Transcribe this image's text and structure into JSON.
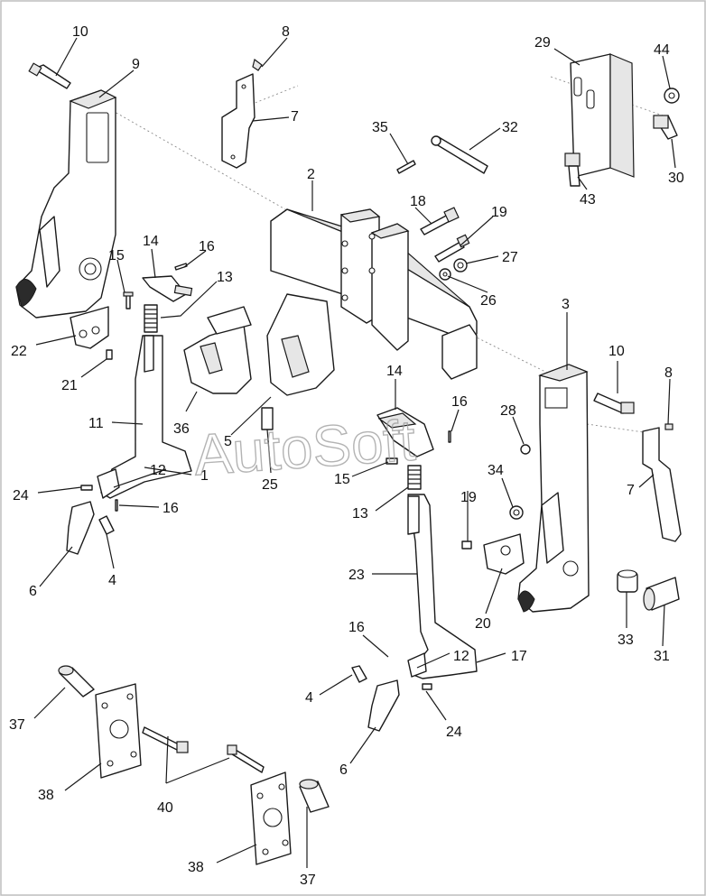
{
  "watermark": "AutoSoft",
  "colors": {
    "line": "#1a1a1a",
    "shade": "#e6e6e6",
    "frame": "#bdbdbd",
    "background": "#ffffff"
  },
  "callouts": {
    "c10a": "10",
    "c9": "9",
    "c8a": "8",
    "c7a": "7",
    "c29": "29",
    "c44": "44",
    "c35": "35",
    "c32": "32",
    "c2": "2",
    "c30": "30",
    "c43": "43",
    "c18": "18",
    "c19a": "19",
    "c14a": "14",
    "c16a": "16",
    "c15a": "15",
    "c13a": "13",
    "c27": "27",
    "c26": "26",
    "c22": "22",
    "c3": "3",
    "c10b": "10",
    "c21": "21",
    "c8b": "8",
    "c14b": "14",
    "c16b": "16",
    "c28": "28",
    "c11": "11",
    "c36": "36",
    "c5": "5",
    "c12a": "12",
    "c1": "1",
    "c15b": "15",
    "c34": "34",
    "c25": "25",
    "c7b": "7",
    "c24a": "24",
    "c16c": "16",
    "c13b": "13",
    "c19b": "19",
    "c6a": "6",
    "c4a": "4",
    "c23": "23",
    "c20": "20",
    "c33": "33",
    "c31": "31",
    "c16d": "16",
    "c12b": "12",
    "c17": "17",
    "c4b": "4",
    "c24b": "24",
    "c37a": "37",
    "c6b": "6",
    "c38a": "38",
    "c40": "40",
    "c38b": "38",
    "c37b": "37"
  }
}
